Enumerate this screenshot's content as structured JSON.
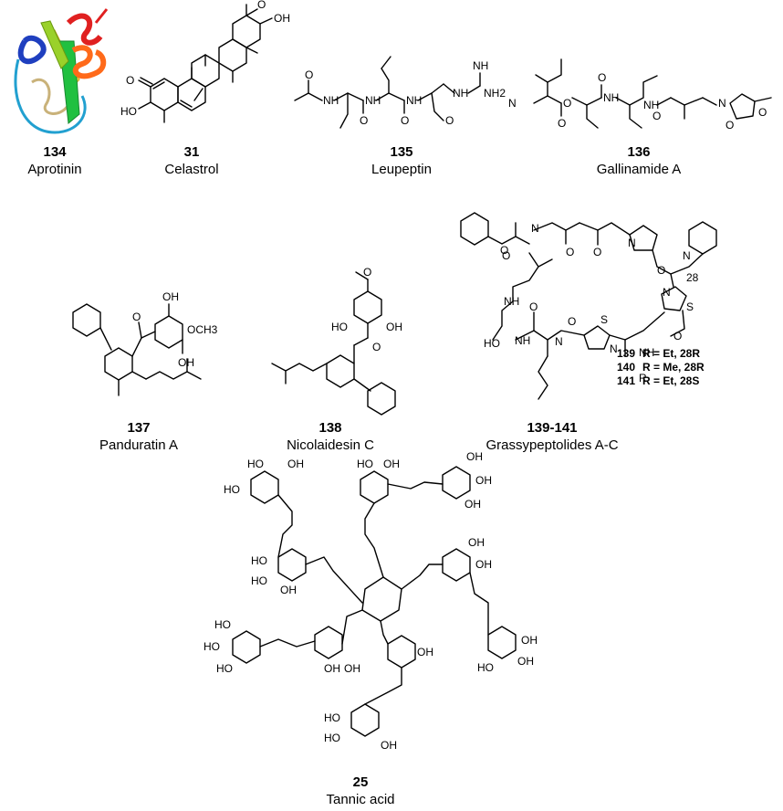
{
  "compounds": [
    {
      "number": "134",
      "name": "Aprotinin"
    },
    {
      "number": "31",
      "name": "Celastrol"
    },
    {
      "number": "135",
      "name": "Leupeptin"
    },
    {
      "number": "136",
      "name": "Gallinamide A"
    },
    {
      "number": "137",
      "name": "Panduratin A"
    },
    {
      "number": "138",
      "name": "Nicolaidesin C"
    },
    {
      "number": "139-141",
      "name": "Grassypeptolides A-C"
    },
    {
      "number": "25",
      "name": "Tannic acid"
    }
  ],
  "r_groups": [
    {
      "number": "139",
      "text": "R = Et, 28R"
    },
    {
      "number": "140",
      "text": "R = Me, 28R"
    },
    {
      "number": "141",
      "text": "R = Et, 28S"
    }
  ],
  "atom_labels": {
    "oh": "OH",
    "o": "O",
    "ho": "HO",
    "nh": "NH",
    "n": "N",
    "s": "S",
    "nh2": "NH2",
    "r": "R",
    "och3": "OCH3",
    "c28": "28"
  },
  "ribbon_colors": [
    "#1f3fbf",
    "#22a0d0",
    "#7fd0a0",
    "#ffd84a",
    "#c9b27a",
    "#9ad12a",
    "#20c040",
    "#ff6a1a",
    "#e02020"
  ]
}
